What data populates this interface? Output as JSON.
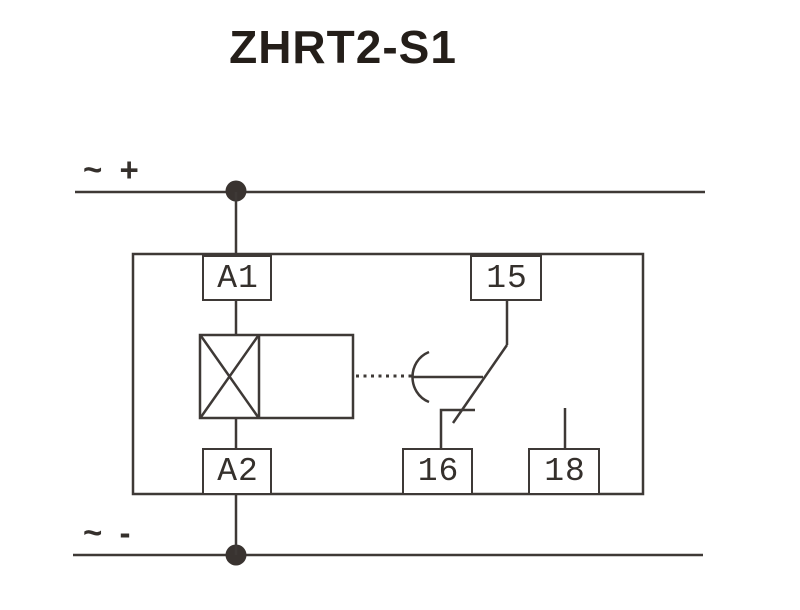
{
  "title": "ZHRT2-S1",
  "rails": {
    "top_label": "~ +",
    "bottom_label": "~ -"
  },
  "terminals": [
    {
      "id": "A1",
      "label": "A1"
    },
    {
      "id": "15",
      "label": "15"
    },
    {
      "id": "A2",
      "label": "A2"
    },
    {
      "id": "16",
      "label": "16"
    },
    {
      "id": "18",
      "label": "18"
    }
  ],
  "colors": {
    "line": "#3e3936",
    "text": "#35302c",
    "title": "#241e19"
  }
}
